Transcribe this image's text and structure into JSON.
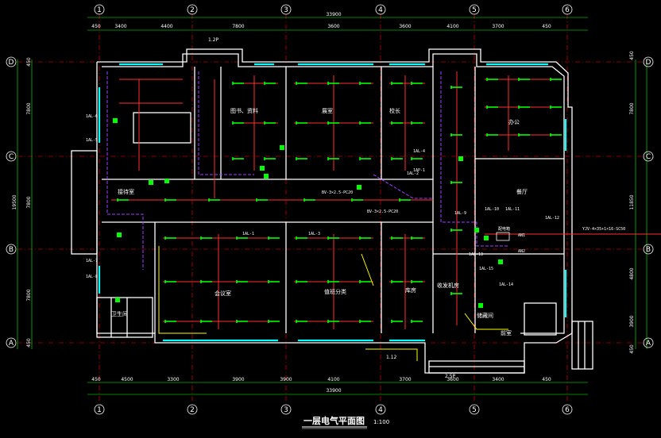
{
  "drawing": {
    "title": "一层电气平面图",
    "scale": "1:100",
    "colors": {
      "background": "#000000",
      "wall": "#ffffff",
      "window": "#00ffff",
      "axis": "#ff0000",
      "dimension": "#00ff00",
      "lighting": "#ff3030",
      "fixture": "#00ff00",
      "circuit_alt": "#a040ff",
      "emergency": "#ffff00"
    }
  },
  "axes": {
    "columns": [
      "1",
      "2",
      "3",
      "4",
      "5",
      "6"
    ],
    "rows": [
      "D",
      "C",
      "B",
      "A"
    ]
  },
  "dimensions": {
    "top_segments": [
      "450",
      "3400",
      "4400",
      "7800",
      "3600",
      "3600",
      "4100",
      "3700",
      "450"
    ],
    "top_total": "33900",
    "bottom_segments": [
      "450",
      "4500",
      "3300",
      "3900",
      "3900",
      "4100",
      "3700",
      "3600",
      "3400",
      "450"
    ],
    "bottom_total": "33900",
    "left_segments": [
      "450",
      "7800",
      "7800",
      "7800",
      "450"
    ],
    "left_total": "19500",
    "right_segments": [
      "450",
      "7800",
      "11850",
      "4800",
      "3900",
      "450"
    ],
    "small_tag_top": "1.2P",
    "small_tag_bottom": "2.5P",
    "small_tag_lower": "1.12"
  },
  "rooms": [
    "图书、资料",
    "展室",
    "校长",
    "办公",
    "接待室",
    "会议室",
    "值班分类",
    "库房",
    "餐厅",
    "收发机房",
    "储藏间",
    "前室",
    "卫生间"
  ],
  "circuits": [
    "1AL-6",
    "1AL-5",
    "1AL-4",
    "1AL-2",
    "1AL-1",
    "1AL-3",
    "1AL-7",
    "1AL-8",
    "1AL-9",
    "1AL-10",
    "1AL-11",
    "1AL-12",
    "1AL-13",
    "1AL-14",
    "1AL-15",
    "1AP-1",
    "AN1",
    "AN2"
  ],
  "cable_notes": [
    "BV-3×2.5-PC20",
    "BV-3×2.5-PC20",
    "YJV-4×35+1×16-SC50"
  ],
  "equipment_labels": [
    "配电箱"
  ]
}
